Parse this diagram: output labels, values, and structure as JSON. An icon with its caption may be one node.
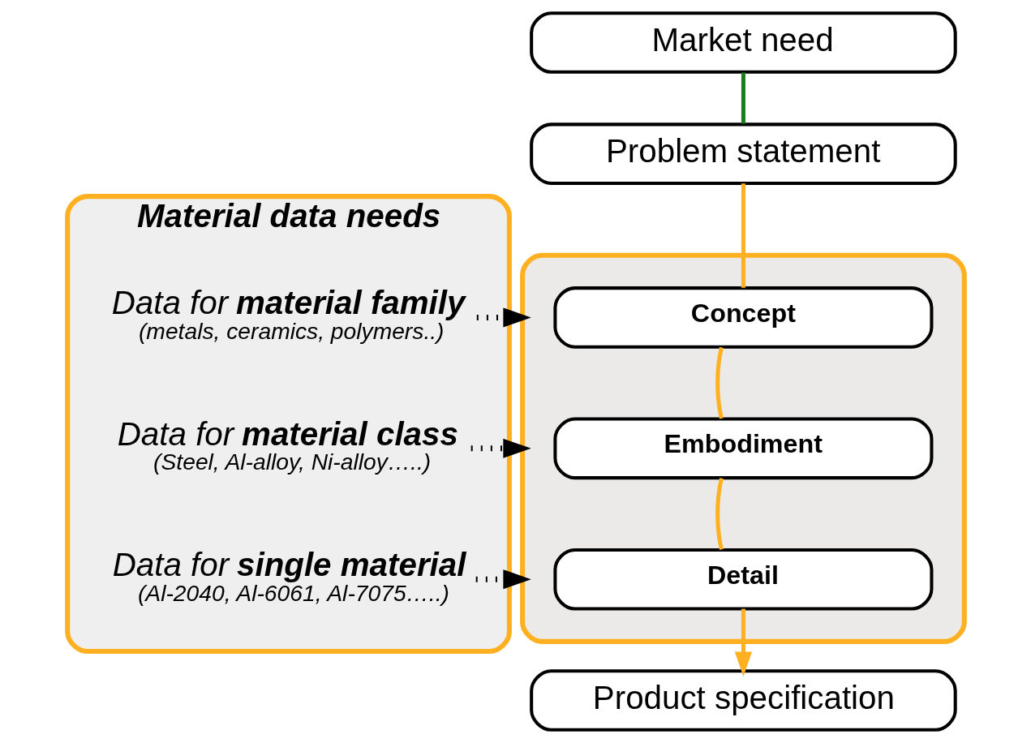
{
  "diagram": {
    "nodes": [
      {
        "text": [
          "Market need"
        ]
      },
      {
        "text": [
          "Problem statement"
        ]
      },
      {
        "text": [
          "Material data needs"
        ]
      },
      {
        "text": [
          "Data for **material family**",
          "(metals, ceramics, polymers..)"
        ],
        "in": 2
      },
      {
        "text": [
          "Data for **material class**",
          "(Steel, Al-alloy, Ni-alloy…..)"
        ],
        "in": 2
      },
      {
        "text": [
          "Data for **single material**",
          "(Al-2040, Al-6061, Al-7075…..)"
        ],
        "in": 2
      },
      {
        "text": [],
        "shape": "box"
      },
      {
        "text": [
          "Concept"
        ],
        "in": 6
      },
      {
        "text": [
          "Embodiment"
        ],
        "in": 6
      },
      {
        "text": [
          "Detail"
        ],
        "in": 6
      },
      {
        "text": [
          "Product specification"
        ]
      }
    ],
    "edges": [
      {
        "from": 0,
        "to": 1,
        "arrow": "none",
        "color": "#1a7f1a"
      },
      {
        "from": 1,
        "to": 7,
        "arrow": "none",
        "color": "#ffb020"
      },
      {
        "from": 7,
        "to": 8,
        "arrow": "none",
        "color": "#ffb020"
      },
      {
        "from": 8,
        "to": 9,
        "arrow": "none",
        "color": "#ffb020"
      },
      {
        "from": 9,
        "to": 10,
        "arrow": "to",
        "color": "#ffb020"
      },
      {
        "from": 3,
        "to": 6,
        "arrow": "to",
        "style": "dashed",
        "color": "#000000"
      },
      {
        "from": 4,
        "to": 6,
        "arrow": "to",
        "style": "dashed",
        "color": "#000000"
      },
      {
        "from": 5,
        "to": 6,
        "arrow": "to",
        "style": "dashed",
        "color": "#000000"
      }
    ]
  }
}
